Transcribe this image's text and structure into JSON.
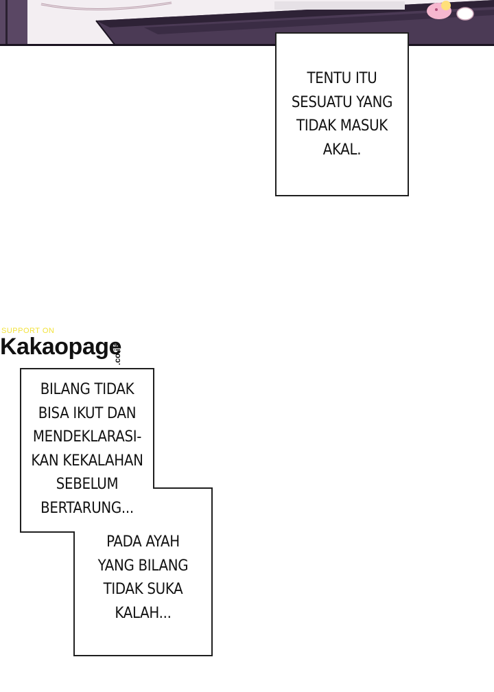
{
  "caption_1": {
    "lines": [
      "TENTU ITU",
      "SESUATU YANG",
      "TIDAK MASUK",
      "AKAL."
    ]
  },
  "watermark": {
    "support_text": "SUPPORT ON",
    "brand": "Kakaopage",
    "suffix": ".co.id"
  },
  "caption_2": {
    "lines": [
      "BILANG TIDAK",
      "BISA IKUT DAN",
      "MENDEKLARASI-",
      "KAN KEKALAHAN",
      "SEBELUM",
      "BERTARUNG..."
    ]
  },
  "caption_3": {
    "lines": [
      "PADA AYAH",
      "YANG BILANG",
      "TIDAK SUKA",
      "KALAH..."
    ]
  },
  "colors": {
    "wall": "#f3eef2",
    "frame_purple": "#4b3a55",
    "frame_dark": "#1a1320",
    "watermark_yellow": "#f2e23a"
  }
}
